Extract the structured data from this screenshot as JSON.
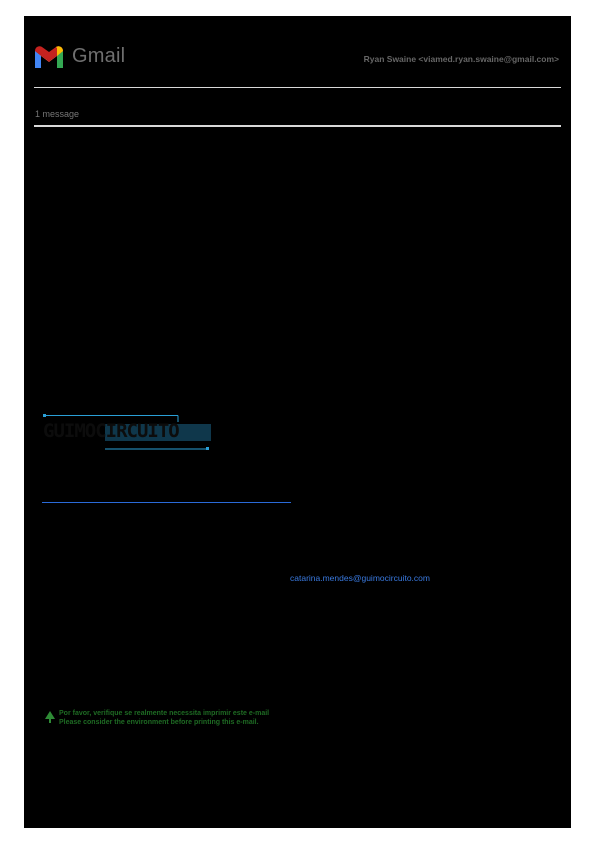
{
  "header": {
    "brand": "Gmail",
    "account": "Ryan Swaine <viamed.ryan.swaine@gmail.com>"
  },
  "thread": {
    "message_count": "1 message"
  },
  "signature": {
    "logo_text": "GUIMOCIRCUITO",
    "email": "catarina.mendes@guimocircuito.com"
  },
  "footer_notice": {
    "line1": "Por favor, verifique se realmente necessita imprimir este e-mail",
    "line2": "Please consider the environment before printing this e-mail."
  },
  "colors": {
    "link": "#3a7ae0",
    "eco_green": "#2e8b35",
    "logo_accent": "#2a9fd6"
  }
}
